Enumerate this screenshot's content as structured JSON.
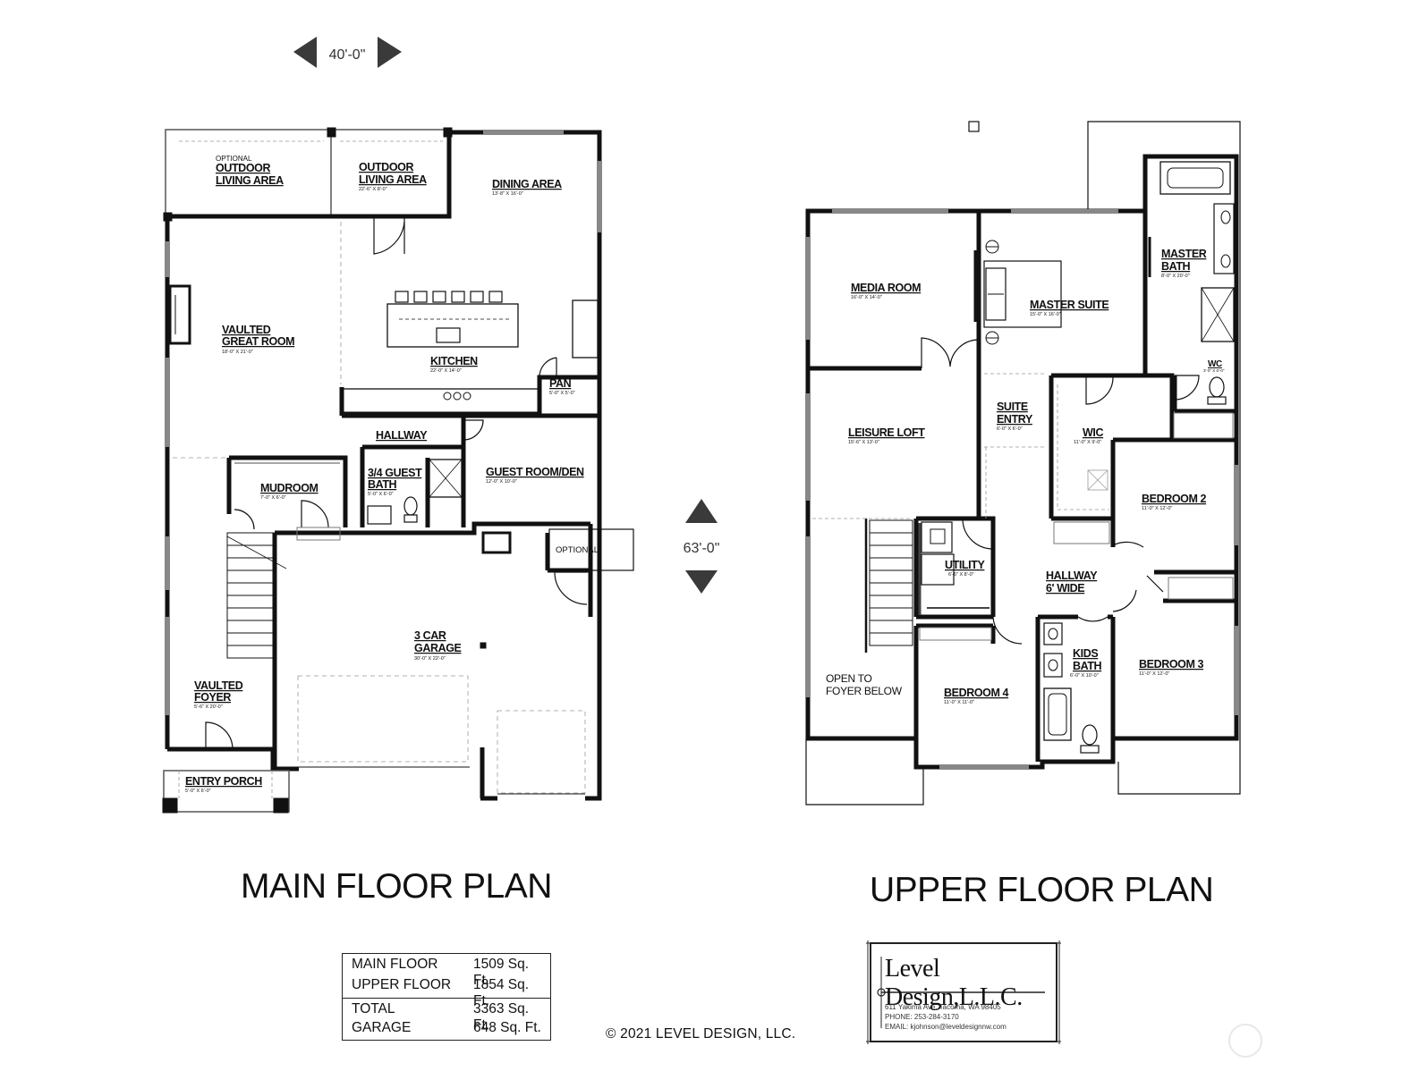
{
  "dimensions": {
    "width": "40'-0\"",
    "depth": "63'-0\""
  },
  "main_floor": {
    "title": "MAIN FLOOR PLAN",
    "rooms": {
      "optional_outdoor_prefix": "OPTIONAL",
      "optional_outdoor_l1": "OUTDOOR",
      "optional_outdoor_l2": "LIVING AREA",
      "outdoor_l1": "OUTDOOR",
      "outdoor_l2": "LIVING AREA",
      "outdoor_dim": "22'-6\" X 8'-0\"",
      "dining": "DINING AREA",
      "dining_dim": "13'-8\" X 16'-0\"",
      "great_l1": "VAULTED",
      "great_l2": "GREAT ROOM",
      "great_dim": "18'-0\" X 21'-0\"",
      "kitchen": "KITCHEN",
      "kitchen_dim": "22'-0\" X 14'-0\"",
      "pan": "PAN",
      "pan_dim": "5'-0\" X 5'-0\"",
      "hallway": "HALLWAY",
      "guest_bath_l1": "3/4 GUEST",
      "guest_bath_l2": "BATH",
      "guest_bath_dim": "5'-0\" X 6'-0\"",
      "guest_room": "GUEST ROOM/DEN",
      "guest_room_dim": "12'-0\" X 10'-0\"",
      "mudroom": "MUDROOM",
      "mudroom_dim": "7'-0\" X 6'-0\"",
      "optional": "OPTIONAL",
      "garage_l1": "3 CAR",
      "garage_l2": "GARAGE",
      "garage_dim": "30'-0\" X 22'-0\"",
      "foyer_l1": "VAULTED",
      "foyer_l2": "FOYER",
      "foyer_dim": "5'-6\" X 20'-0\"",
      "porch": "ENTRY PORCH",
      "porch_dim": "5'-0\" X 6'-0\""
    }
  },
  "upper_floor": {
    "title": "UPPER FLOOR PLAN",
    "rooms": {
      "media": "MEDIA ROOM",
      "media_dim": "16'-0\" X 14'-0\"",
      "master_suite": "MASTER SUITE",
      "master_suite_dim": "15'-0\" X 16'-0\"",
      "master_bath_l1": "MASTER",
      "master_bath_l2": "BATH",
      "master_bath_dim": "8'-0\" X 20'-0\"",
      "wc": "WC",
      "wc_dim": "3'-0\" X 6'-0\"",
      "loft": "LEISURE LOFT",
      "loft_dim": "15'-6\" X 13'-0\"",
      "suite_entry_l1": "SUITE",
      "suite_entry_l2": "ENTRY",
      "suite_entry_dim": "6'-0\" X 6'-0\"",
      "wic": "WIC",
      "wic_dim": "11'-0\" X 9'-0\"",
      "bedroom2": "BEDROOM 2",
      "bedroom2_dim": "11'-0\" X 12'-0\"",
      "utility": "UTILITY",
      "utility_dim": "6'-6\" X 8'-0\"",
      "hallway_l1": "HALLWAY",
      "hallway_l2": "6' WIDE",
      "open_l1": "OPEN TO",
      "open_l2": "FOYER BELOW",
      "bedroom4": "BEDROOM 4",
      "bedroom4_dim": "11'-0\" X 11'-0\"",
      "kids_bath_l1": "KIDS",
      "kids_bath_l2": "BATH",
      "kids_bath_dim": "6'-0\" X 10'-0\"",
      "bedroom3": "BEDROOM 3",
      "bedroom3_dim": "11'-0\" X 12'-0\""
    }
  },
  "areas": {
    "main_label": "MAIN FLOOR",
    "main_value": "1509 Sq. Ft.",
    "upper_label": "UPPER FLOOR",
    "upper_value": "1854 Sq. Ft.",
    "total_label": "TOTAL",
    "total_value": "3363 Sq. Ft.",
    "garage_label": "GARAGE",
    "garage_value": "648 Sq. Ft."
  },
  "copyright": "© 2021 LEVEL DESIGN, LLC.",
  "logo": {
    "name": "Level Design,L.L.C.",
    "address": "611 Yakima Ave.      Tacoma, WA   98405",
    "phone": "PHONE:  253-284-3170",
    "email": "EMAIL:  kjohnson@leveldesignnw.com"
  },
  "colors": {
    "wall": "#111111",
    "thin": "#777777",
    "dashed": "#999999"
  }
}
